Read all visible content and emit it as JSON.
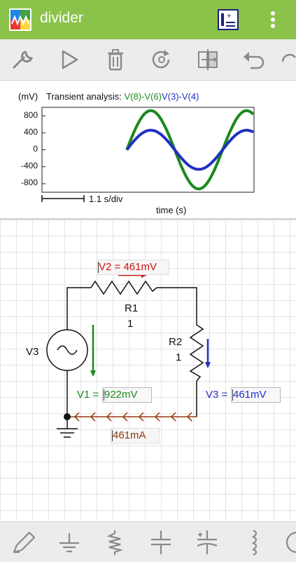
{
  "appbar": {
    "title": "divider",
    "background_color": "#8bc34a",
    "logo_icon": "app-logo-icon",
    "actions": [
      {
        "name": "parameters-icon"
      },
      {
        "name": "overflow-menu-icon"
      }
    ]
  },
  "toolbar": {
    "buttons": [
      "wrench-icon",
      "play-icon",
      "trash-icon",
      "rotate-icon",
      "flip-icon",
      "undo-icon",
      "redo-icon"
    ]
  },
  "plot": {
    "y_unit_label": "(mV)",
    "title_prefix": "Transient analysis: ",
    "series_labels": [
      {
        "text": "V(8)-V(6)",
        "color": "#1a8a1a"
      },
      {
        "text": "V(3)-V(4)",
        "color": "#2030c0"
      }
    ],
    "y_ticks": [
      "800",
      "400",
      "0",
      "-400",
      "-800"
    ],
    "scale_label": "1.1 s/div",
    "x_axis_label": "time (s)"
  },
  "chart_data": {
    "type": "line",
    "title": "Transient analysis: V(8)-V(6)V(3)-V(4)",
    "xlabel": "time (s)",
    "ylabel": "(mV)",
    "ylim": [
      -1000,
      1000
    ],
    "x_scale": "1.1 s/div",
    "grid": false,
    "series": [
      {
        "name": "V(8)-V(6)",
        "color": "#1a8a1a",
        "amplitude": 922,
        "start_phase": 0
      },
      {
        "name": "V(3)-V(4)",
        "color": "#2030c0",
        "amplitude": 461,
        "start_phase": 0
      }
    ],
    "x": [
      0,
      0.55,
      1.1,
      1.65,
      2.2,
      2.75,
      3.3,
      3.85,
      4.4
    ],
    "values_green": [
      0,
      652,
      922,
      652,
      0,
      -652,
      -922,
      -652,
      0
    ],
    "values_blue": [
      0,
      326,
      461,
      326,
      0,
      -326,
      -461,
      -326,
      0
    ]
  },
  "schematic": {
    "r1": {
      "name": "R1",
      "value": "1"
    },
    "r2": {
      "name": "R2",
      "value": "1"
    },
    "source": {
      "name": "V3"
    },
    "v2_readout": "V2 = 461mV",
    "v1_label": "V1 = ",
    "v1_value": "922mV",
    "v3_label": "V3 = ",
    "v3_value": "461mV",
    "current_readout": "461mA",
    "colors": {
      "v1": "#1a8a1a",
      "v2": "#cc1111",
      "v3": "#2030c0",
      "current": "#8a3a10"
    }
  },
  "bottombar": {
    "buttons": [
      "pencil-icon",
      "ground-icon",
      "resistor-icon",
      "capacitor-icon",
      "polarized-capacitor-icon",
      "inductor-icon",
      "voltage-source-icon"
    ]
  }
}
